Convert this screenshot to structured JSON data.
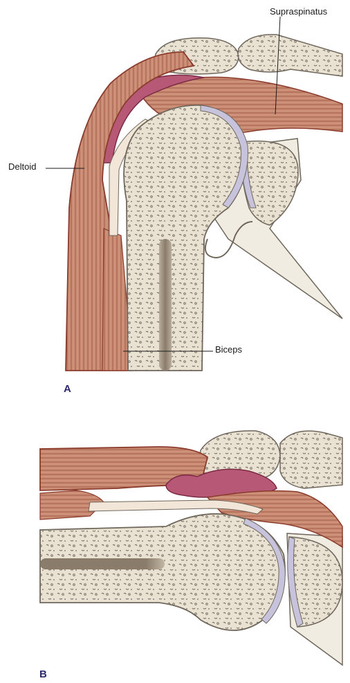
{
  "labels": {
    "supraspinatus": "Supraspinatus",
    "deltoid": "Deltoid",
    "biceps": "Biceps"
  },
  "panels": {
    "a": "A",
    "b": "B"
  },
  "colors": {
    "muscle": "#c98a72",
    "muscle_dark": "#8a3b2c",
    "bone": "#e9e1d2",
    "bone_outline": "#6f675c",
    "cartilage": "#c7c3dc",
    "bursa": "#b65876",
    "tendon": "#f2e6d8"
  }
}
